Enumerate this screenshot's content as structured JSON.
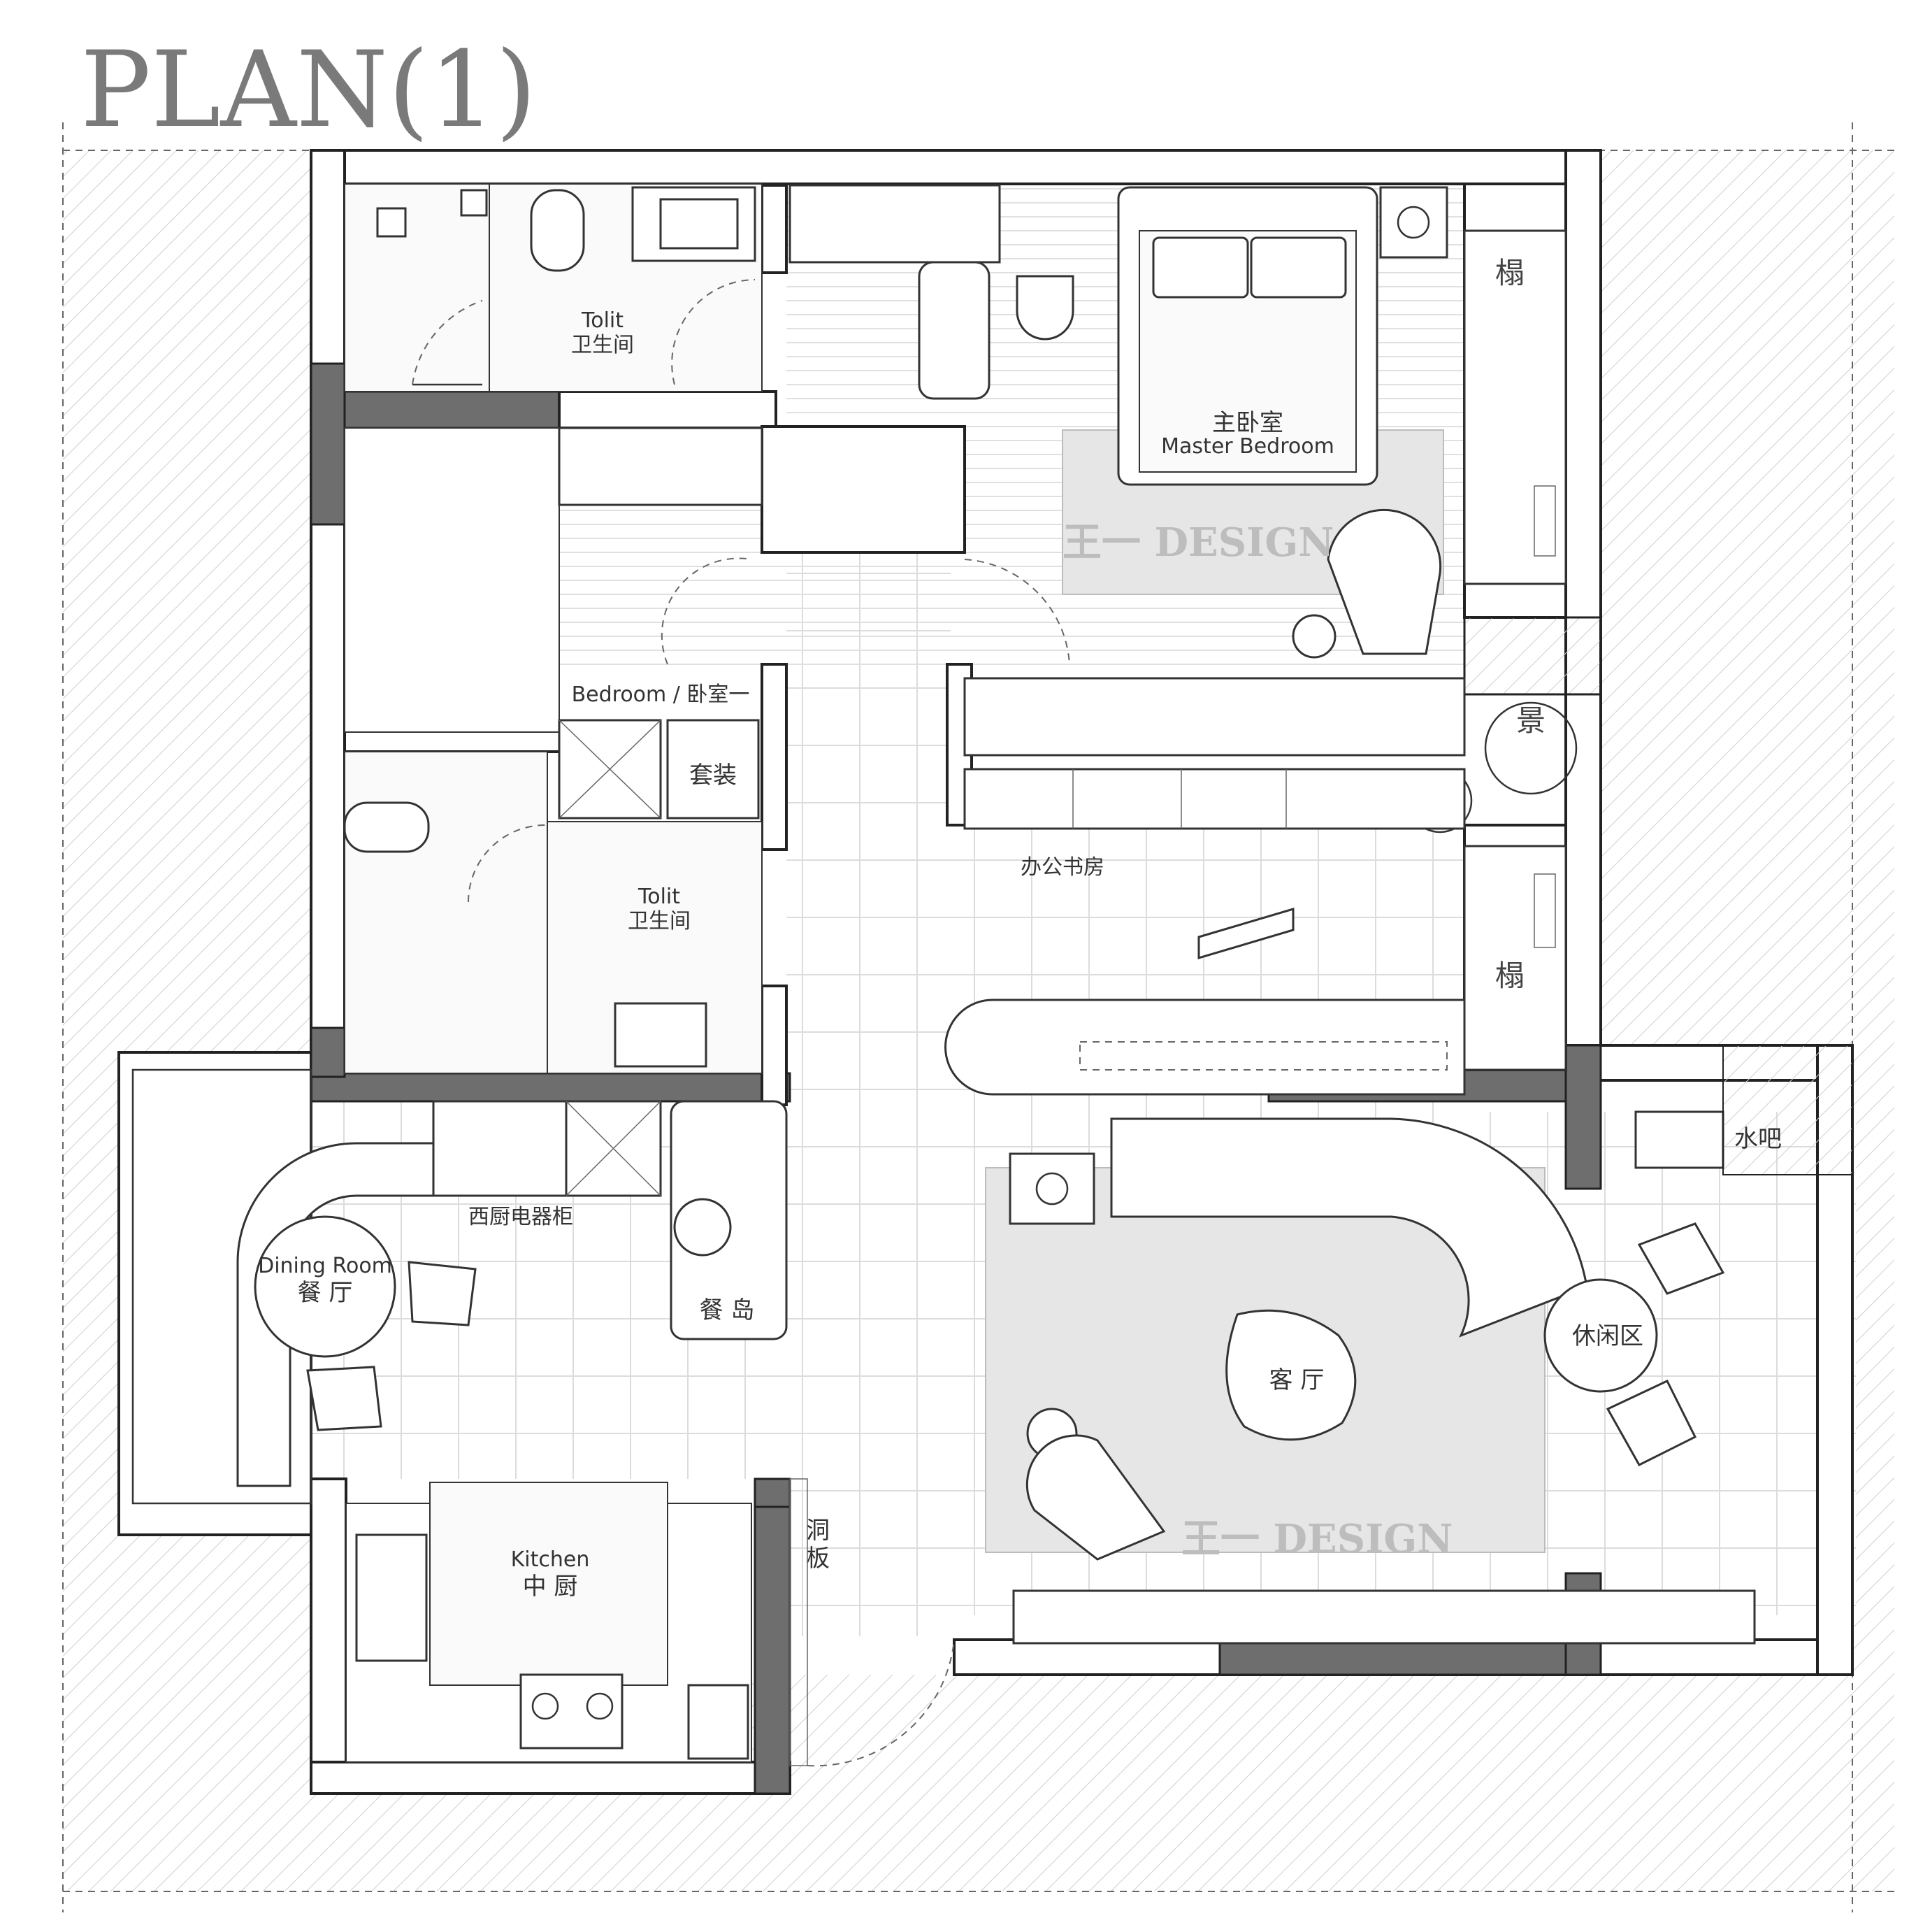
{
  "title": "PLAN(1)",
  "watermark": "王一 DESIGN",
  "rooms": {
    "toilet_top": {
      "en": "Tolit",
      "cn": "卫生间"
    },
    "master_bedroom": {
      "cn": "主卧室",
      "en": "Master Bedroom"
    },
    "tatami_top": "榻",
    "landscape": "景",
    "bedroom": "Bedroom / 卧室一",
    "wardrobe": "套装",
    "toilet_mid": {
      "en": "Tolit",
      "cn": "卫生间"
    },
    "study": "办公书房",
    "tatami_bottom": "榻",
    "western_kitchen_cabinet": "西厨电器柜",
    "dining_room": {
      "en": "Dining Room",
      "cn": "餐 厅"
    },
    "dining_island": "餐 岛",
    "water_bar": "水吧",
    "living_room": "客 厅",
    "leisure_area": "休闲区",
    "kitchen": {
      "en": "Kitchen",
      "cn": "中 厨"
    },
    "hole_board": [
      "洞",
      "板"
    ]
  },
  "colors": {
    "wall_dark": "#6e6e6e",
    "rug": "#e6e6e6",
    "hatch": "#cfcfcf",
    "watermark": "#bdbdbd",
    "title": "#7a7a7a"
  }
}
